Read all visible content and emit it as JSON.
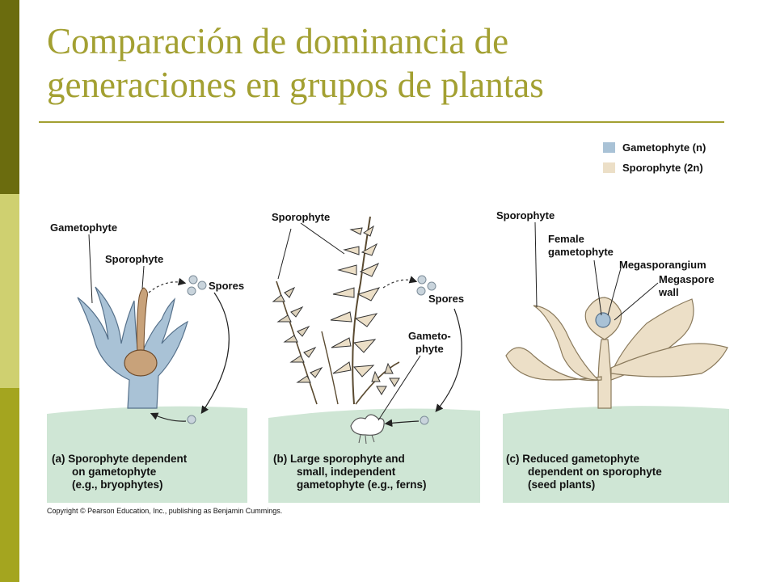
{
  "slide": {
    "title_line1": "Comparación de dominancia de",
    "title_line2": "generaciones en grupos de plantas"
  },
  "colors": {
    "sidebar_dark": "#6b6c0e",
    "sidebar_light": "#cfd070",
    "sidebar_mid": "#a4a51f",
    "title": "#a3a032",
    "gametophyte": "#a9c2d6",
    "sporophyte": "#ecdfc7",
    "ground": "#cfe6d5"
  },
  "legend": {
    "gametophyte": "Gametophyte (n)",
    "sporophyte": "Sporophyte (2n)"
  },
  "panel_a": {
    "label_gametophyte": "Gametophyte",
    "label_sporophyte": "Sporophyte",
    "label_spores": "Spores",
    "caption_1": "(a)  Sporophyte dependent",
    "caption_2": "on gametophyte",
    "caption_3": "(e.g., bryophytes)"
  },
  "panel_b": {
    "label_sporophyte": "Sporophyte",
    "label_spores": "Spores",
    "label_gameto_1": "Gameto-",
    "label_gameto_2": "phyte",
    "caption_1": "(b)  Large sporophyte and",
    "caption_2": "small, independent",
    "caption_3": "gametophyte (e.g., ferns)"
  },
  "panel_c": {
    "label_sporophyte": "Sporophyte",
    "label_female_1": "Female",
    "label_female_2": "gametophyte",
    "label_megasporangium": "Megasporangium",
    "label_megaspore_1": "Megaspore",
    "label_megaspore_2": "wall",
    "caption_1": "(c)  Reduced gametophyte",
    "caption_2": "dependent on sporophyte",
    "caption_3": "(seed plants)"
  },
  "copyright": "Copyright © Pearson Education, Inc., publishing as Benjamin Cummings."
}
